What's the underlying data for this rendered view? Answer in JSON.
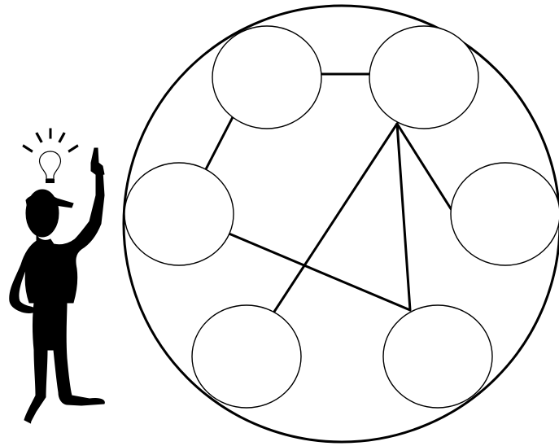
{
  "diagram": {
    "type": "network-in-circle",
    "node_count": 6,
    "nodes": [
      {
        "id": "top-left",
        "label": ""
      },
      {
        "id": "top-right",
        "label": ""
      },
      {
        "id": "middle-left",
        "label": ""
      },
      {
        "id": "middle-right",
        "label": ""
      },
      {
        "id": "bottom-left",
        "label": ""
      },
      {
        "id": "bottom-right",
        "label": ""
      }
    ],
    "edges": [
      {
        "from": "top-left",
        "to": "top-right"
      },
      {
        "from": "top-left",
        "to": "middle-left"
      },
      {
        "from": "top-right",
        "to": "middle-right"
      },
      {
        "from": "top-right",
        "to": "bottom-left"
      },
      {
        "from": "top-right",
        "to": "bottom-right"
      },
      {
        "from": "middle-left",
        "to": "bottom-right"
      }
    ],
    "colors": {
      "stroke": "#000000",
      "fill": "#ffffff"
    }
  },
  "illustration": {
    "icons": [
      "lightbulb-icon",
      "thinking-person-icon"
    ]
  }
}
